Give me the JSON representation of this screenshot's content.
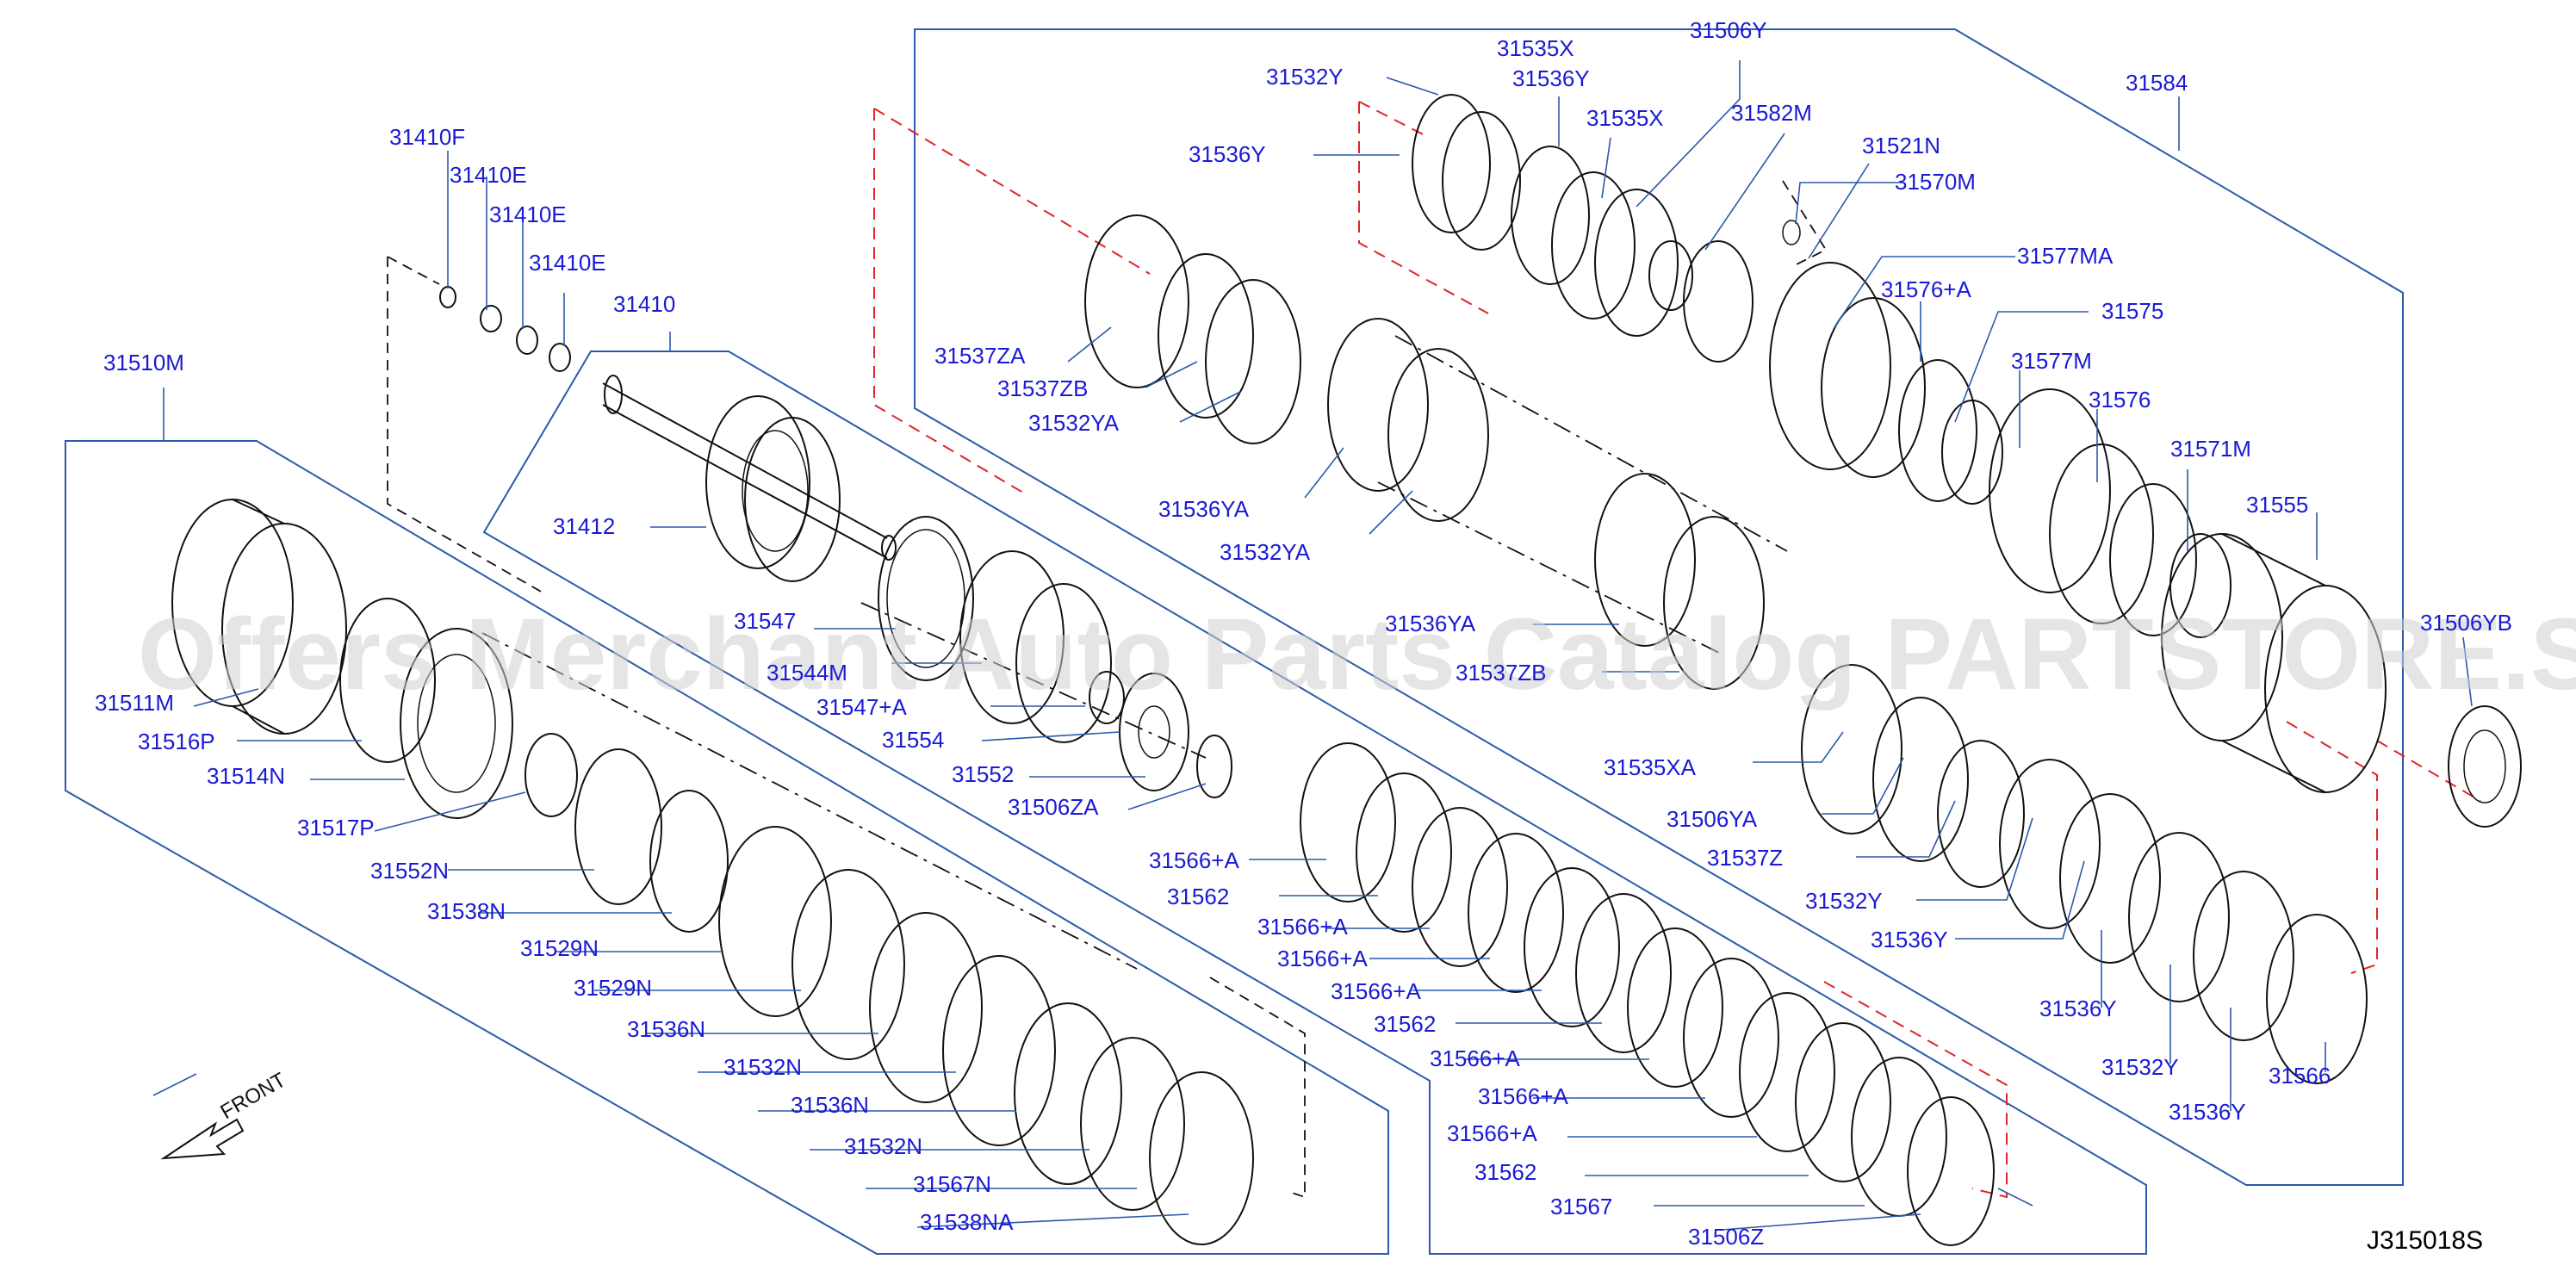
{
  "diagram": {
    "code": "J315018S",
    "front_label": "FRONT",
    "watermark": "Offers Merchant Auto Parts Catalog PARTSTORE.SA",
    "colors": {
      "label": "#1a1ad6",
      "frame": "#2b5aa8",
      "guide": "#e0242a",
      "ink": "#111111"
    }
  },
  "labels": [
    "31410F",
    "31410E",
    "31410E",
    "31410E",
    "31410",
    "31510M",
    "31412",
    "31547",
    "31544M",
    "31547+A",
    "31554",
    "31552",
    "31506ZA",
    "31511M",
    "31516P",
    "31514N",
    "31517P",
    "31552N",
    "31538N",
    "31529N",
    "31529N",
    "31536N",
    "31532N",
    "31536N",
    "31532N",
    "31567N",
    "31538NA",
    "31532Y",
    "31536Y",
    "31535X",
    "31536Y",
    "31535X",
    "31506Y",
    "31582M",
    "31521N",
    "31570M",
    "31584",
    "31577MA",
    "31576+A",
    "31575",
    "31577M",
    "31576",
    "31571M",
    "31555",
    "31506YB",
    "31537ZA",
    "31537ZB",
    "31532YA",
    "31536YA",
    "31532YA",
    "31536YA",
    "31537ZB",
    "31535XA",
    "31506YA",
    "31537Z",
    "31532Y",
    "31536Y",
    "31536Y",
    "31532Y",
    "31536Y",
    "31566",
    "31566+A",
    "31562",
    "31566+A",
    "31566+A",
    "31566+A",
    "31562",
    "31566+A",
    "31566+A",
    "31566+A",
    "31562",
    "31567",
    "31506Z"
  ]
}
